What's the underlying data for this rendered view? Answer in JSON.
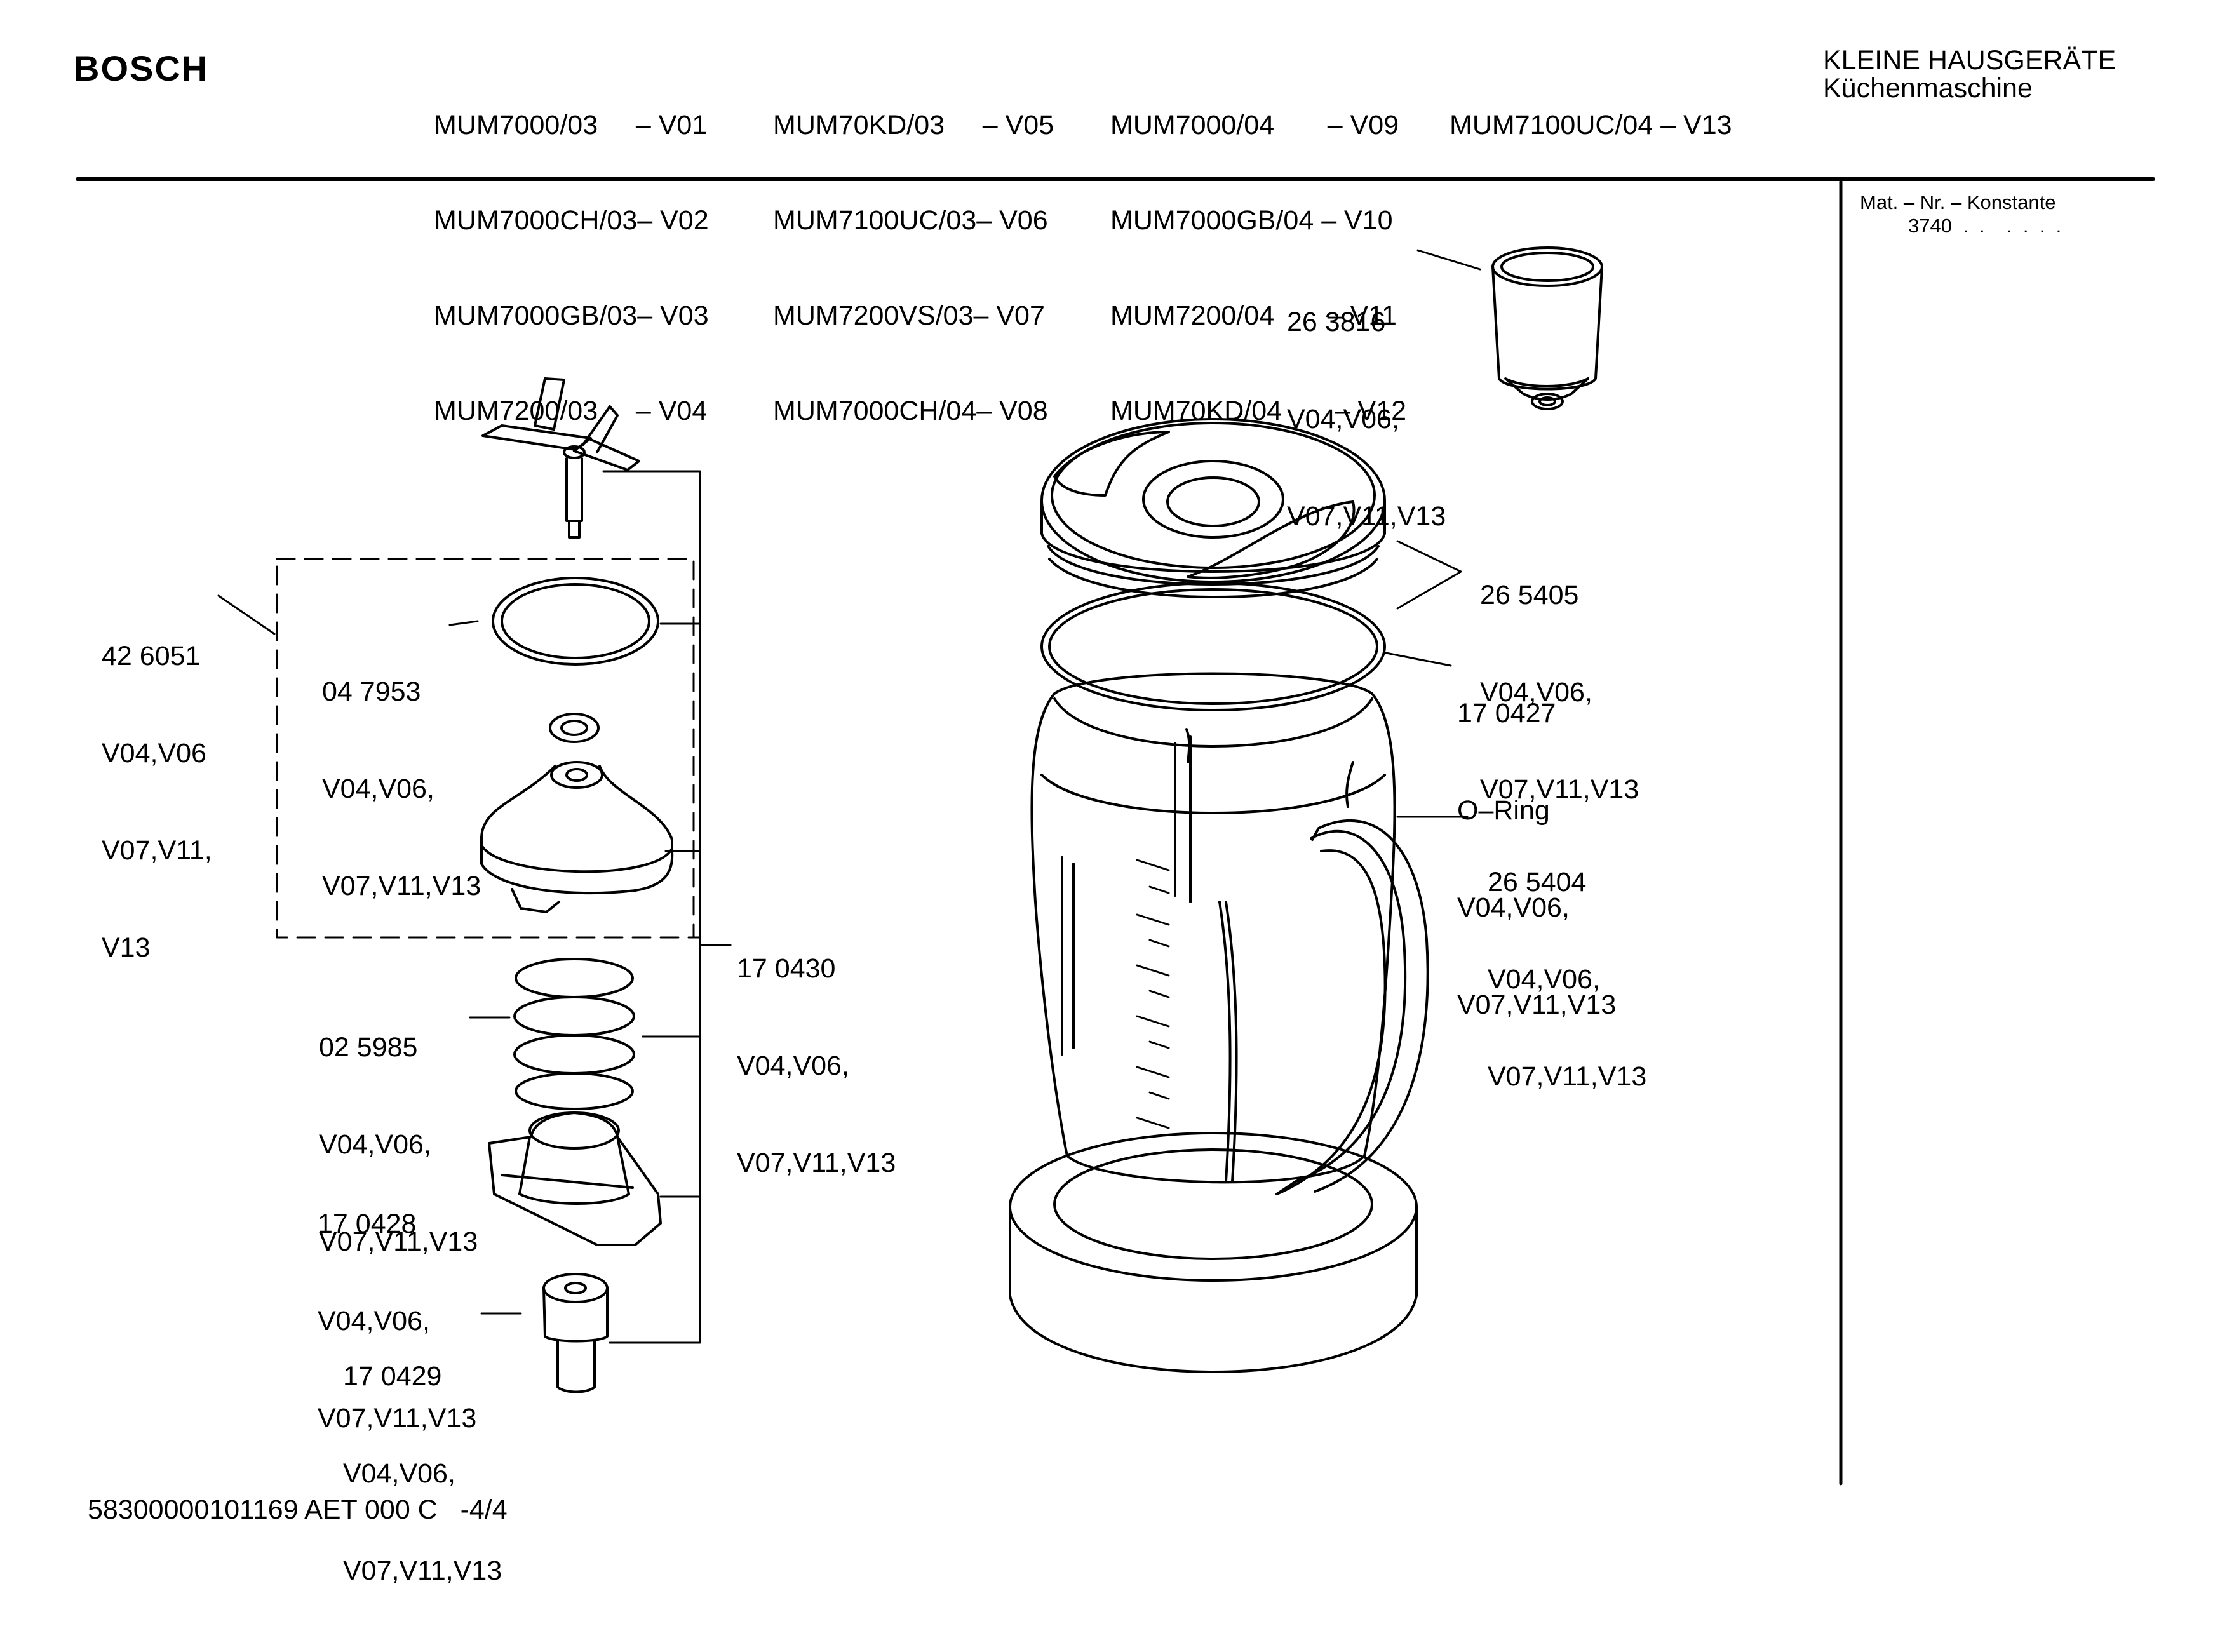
{
  "header": {
    "brand": "BOSCH",
    "models": [
      [
        "MUM7000/03     – V01",
        "MUM7000CH/03– V02",
        "MUM7000GB/03– V03",
        "MUM7200/03     – V04"
      ],
      [
        "MUM70KD/03     – V05",
        "MUM7100UC/03– V06",
        "MUM7200VS/03– V07",
        "MUM7000CH/04– V08"
      ],
      [
        "MUM7000/04       – V09",
        "MUM7000GB/04 – V10",
        "MUM7200/04       – V11",
        "MUM70KD/04       – V12"
      ],
      [
        "MUM7100UC/04 – V13"
      ]
    ],
    "category": "KLEINE HAUSGERÄTE",
    "product": "Küchenmaschine"
  },
  "sidebar": {
    "constant_label": "Mat. – Nr. – Konstante",
    "constant_value": "3740  .  .    .  .  .  ."
  },
  "parts": {
    "p426051": [
      "42 6051",
      "V04,V06",
      "V07,V11,",
      "V13"
    ],
    "p047953": [
      "04 7953",
      "V04,V06,",
      "V07,V11,V13"
    ],
    "p170430": [
      "17 0430",
      "V04,V06,",
      "V07,V11,V13"
    ],
    "p025985": [
      "02 5985",
      "V04,V06,",
      "V07,V11,V13"
    ],
    "p170428": [
      "17 0428",
      "V04,V06,",
      "V07,V11,V13"
    ],
    "p170429": [
      "17 0429",
      "V04,V06,",
      "V07,V11,V13"
    ],
    "p263816": [
      "26 3816",
      "V04,V06,",
      "V07,V11,V13"
    ],
    "p265405": [
      "26 5405",
      "V04,V06,",
      "V07,V11,V13"
    ],
    "p170427": [
      "17 0427",
      "O–Ring",
      "V04,V06,",
      "V07,V11,V13"
    ],
    "p265404": [
      "26 5404",
      "V04,V06,",
      "V07,V11,V13"
    ]
  },
  "footer": {
    "doc_number": "58300000101169 AET 000 C   -4/4"
  }
}
